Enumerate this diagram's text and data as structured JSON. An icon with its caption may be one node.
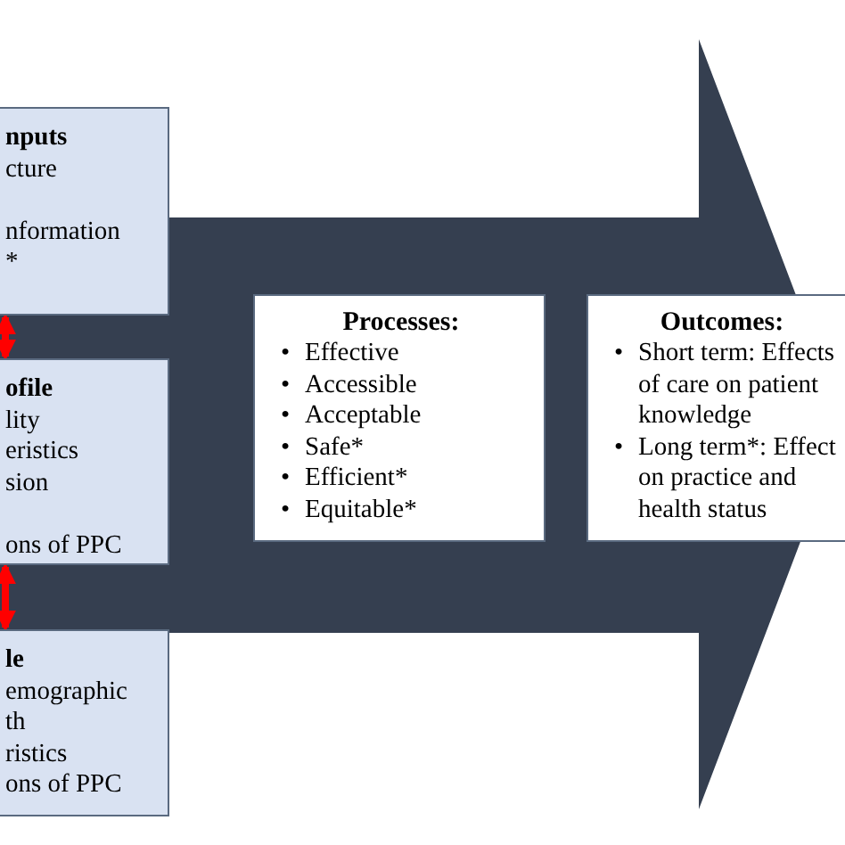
{
  "diagram": {
    "nodes": [
      {
        "text": [
          "nputs",
          "cture",
          "nformation",
          "*"
        ]
      },
      {
        "text": [
          "ofile",
          "lity",
          "eristics",
          "sion",
          "ons of PPC"
        ]
      },
      {
        "text": [
          "le",
          "emographic",
          "th",
          "ristics",
          "ons of PPC"
        ]
      },
      {
        "text": [
          "Processes:",
          "•",
          "Effective",
          "•",
          "Accessible",
          "•",
          "Acceptable",
          "•",
          "Safe*",
          "•",
          "Efficient*",
          "•",
          "Equitable*"
        ]
      },
      {
        "text": [
          "Outcomes:",
          "•",
          "Short term: Effects of care on patient knowledge",
          "•",
          "Long term*: Effect on practice and health status"
        ]
      }
    ],
    "edges": [
      {
        "from": 0,
        "to": 1,
        "arrow": "both"
      },
      {
        "from": 1,
        "to": 2,
        "arrow": "both"
      }
    ]
  }
}
